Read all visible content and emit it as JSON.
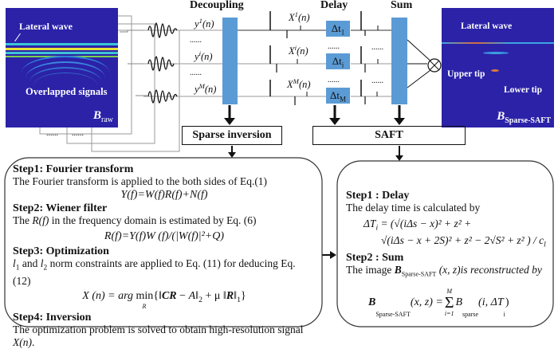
{
  "colors": {
    "image_bg": "#2b22a8",
    "block_blue": "#5b9bd5",
    "line_gray": "#888888",
    "stroke_dark": "#111111"
  },
  "raw_image": {
    "label_top": "Lateral wave",
    "label_mid": "Overlapped signals",
    "corner_main": "B",
    "corner_sub": "raw"
  },
  "stacked_frames": {
    "dots": "......"
  },
  "signals": {
    "inputs": [
      {
        "base": "y",
        "sup": "1",
        "arg": "(n)"
      },
      {
        "base": "y",
        "sup": "i",
        "arg": "(n)"
      },
      {
        "base": "y",
        "sup": "M",
        "arg": "(n)"
      }
    ],
    "outputs": [
      {
        "base": "X",
        "sup": "1",
        "arg": "(n)"
      },
      {
        "base": "X",
        "sup": "i",
        "arg": "(n)"
      },
      {
        "base": "X",
        "sup": "M",
        "arg": "(n)"
      }
    ],
    "ellipsis": "......"
  },
  "headers": {
    "decoupling": "Decoupling",
    "delay": "Delay",
    "sum": "Sum"
  },
  "delay_blocks": [
    {
      "main": "Δt",
      "sub": "1"
    },
    {
      "main": "Δt",
      "sub": "i"
    },
    {
      "main": "Δt",
      "sub": "M"
    }
  ],
  "boxes": {
    "sparse_inversion": "Sparse inversion",
    "saft": "SAFT"
  },
  "saft_image": {
    "label_lateral": "Lateral wave",
    "label_upper": "Upper tip",
    "label_lower": "Lower tip",
    "corner_main": "B",
    "corner_sub": "Sparse-SAFT"
  },
  "left_panel": {
    "steps": [
      {
        "title": "Step1: Fourier transform",
        "text": "The Fourier transform is applied to the both sides of  Eq.(1)",
        "equation": "Y(f)=W(f)R(f)+N(f)"
      },
      {
        "title": "Step2: Wiener filter",
        "text_pre": "The ",
        "text_var": "R(f)",
        "text_post": " in the frequency domain is estimated by Eq. (6)",
        "equation": "R(f)=Y(f)W (f)/(|W(f)|²+Q)"
      },
      {
        "title": "Step3: Optimization",
        "text_l1": "l",
        "text_l1_sub": "1",
        "text_and": " and ",
        "text_l2": "l",
        "text_l2_sub": "2",
        "text_post": " norm constraints are applied to Eq. (11) for deducing Eq. (12)",
        "eq_lhs": "X (n) = arg ",
        "eq_min": "min",
        "eq_min_sub": "R",
        "eq_rhs_a": "{‖",
        "eq_cr": "CR",
        "eq_minus": " − ",
        "eq_a": "A",
        "eq_norm2": "‖",
        "eq_norm2_sub": "2",
        "eq_plus": " + μ ‖",
        "eq_r": "R",
        "eq_norm1": "‖",
        "eq_norm1_sub": "1",
        "eq_close": "}"
      },
      {
        "title": "Step4: Inversion",
        "text_pre": "The optimization problem is solved to obtain high-resolution signal ",
        "text_var": "X(n)",
        "text_post": "."
      }
    ]
  },
  "right_panel": {
    "steps": [
      {
        "title": "Step1 : Delay",
        "text": "The delay time is calculated by",
        "eq_line1": "ΔT",
        "eq_line1_sub": "i",
        "eq_line1_rest": " = (√(iΔs − x)² + z² +",
        "eq_line2": "√(iΔs − x + 2S)² + z² − 2√S² + z² ) / c",
        "eq_line2_sub": "l"
      },
      {
        "title": "Step2 : Sum",
        "text_pre": "The image ",
        "text_b": "B",
        "text_b_sub": "Sparse-SAFT",
        "text_post": " (x, z)is reconstructed by",
        "eq_b": "B",
        "eq_b_sub": "Sparse-SAFT",
        "eq_mid": "(x, z) = ",
        "eq_sum_top": "M",
        "eq_sum": "Σ",
        "eq_sum_bot": "i=1",
        "eq_rhs": "B",
        "eq_rhs_sub": "sparse",
        "eq_rhs_args": "(i, ΔT",
        "eq_rhs_args_sub": "i",
        "eq_rhs_close": ")"
      }
    ]
  }
}
